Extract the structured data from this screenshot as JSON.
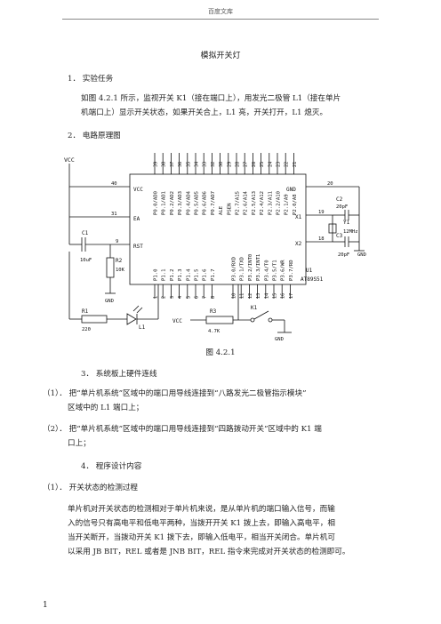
{
  "header": {
    "source": "百度文库"
  },
  "title": "模拟开关灯",
  "sections": {
    "s1": {
      "heading": "1．  实验任务",
      "line1": "如图 4.2.1 所示，监视开关 K1（接在端口上），用发光二极管 L1（接在单片",
      "line2": "机端口上）显示开关状态，如果开关合上，L1 亮，开关打开，L1 熄灭。"
    },
    "s2": {
      "heading": "2．  电路原理图"
    },
    "s3": {
      "heading": "3．  系统板上硬件连线",
      "i1_l1": "（1）．  把“单片机系统”区域中的端口用导线连接到“八路发光二极管指示模块”",
      "i1_l2": "区域中的 L1 端口上；",
      "i2_l1": "（2）．  把“单片机系统”区域中的端口用导线连接到“四路拨动开关”区域中的 K1 端",
      "i2_l2": "口上；"
    },
    "s4": {
      "heading": "4．  程序设计内容",
      "sub1": "（1）．  开关状态的检测过程",
      "p1": "单片机对开关状态的检测相对于单片机来说，是从单片机的端口输入信号，而输",
      "p2": "入的信号只有高电平和低电平两种，当拨开开关 K1 拨上去，即输入高电平，相",
      "p3": "当开关断开，当拨动开关 K1 拨下去，即输入低电平，相当开关闭合。单片机可",
      "p4": "以采用 JB  BIT，REL 或者是 JNB  BIT，REL 指令来完成对开关状态的检测即可。"
    }
  },
  "figure": {
    "caption": "图 4.2.1",
    "chip_name": "AT89S51",
    "chip_ref": "U1",
    "vcc": "VCC",
    "gnd": "GND",
    "pin_left": [
      "P0.0/AD0",
      "P0.1/AD1",
      "P0.2/AD2",
      "P0.3/AD3",
      "P0.4/AD4",
      "P0.5/AD5",
      "P0.6/AD6",
      "P0.7/AD7"
    ],
    "pin_left_nums": [
      "39",
      "38",
      "37",
      "36",
      "35",
      "34",
      "33",
      "32"
    ],
    "pin_mid": [
      "ALE",
      "PSEN"
    ],
    "pin_mid_nums": [
      "30",
      "29"
    ],
    "pin_p2": [
      "P2.7/A15",
      "P2.6/A14",
      "P2.5/A13",
      "P2.4/A12",
      "P2.3/A11",
      "P2.2/A10",
      "P2.1/A9",
      "P2.0/A8"
    ],
    "pin_p2_nums": [
      "28",
      "27",
      "26",
      "25",
      "24",
      "23",
      "22",
      "21"
    ],
    "pin_p1": [
      "P1.0",
      "P1.1",
      "P1.2",
      "P1.3",
      "P1.4",
      "P1.5",
      "P1.6",
      "P1.7"
    ],
    "pin_p1_nums": [
      "1",
      "2",
      "3",
      "4",
      "5",
      "6",
      "7",
      "8"
    ],
    "pin_p3": [
      "P3.0/RXD",
      "P3.1/TXD",
      "P3.2/INT0",
      "P3.3/INT1",
      "P3.4/T0",
      "P3.5/T1",
      "P3.6/WR",
      "P3.7/RD"
    ],
    "pin_p3_nums": [
      "10",
      "11",
      "12",
      "13",
      "14",
      "15",
      "16",
      "17"
    ],
    "lbl_vcc_pin": "VCC",
    "lbl_ea": "EA",
    "lbl_rst": "RST",
    "lbl_gnd_pin": "GND",
    "lbl_x1": "X1",
    "lbl_x2": "X2",
    "n40": "40",
    "n31": "31",
    "n9": "9",
    "n20": "20",
    "n19": "19",
    "n18": "18",
    "c1": "C1",
    "c1v": "10uF",
    "r2": "R2",
    "r2v": "10K",
    "r1": "R1",
    "r1v": "220",
    "l1": "L1",
    "r3": "R3",
    "r3v": "4.7K",
    "k1": "K1",
    "c2": "C2",
    "c2v": "20pF",
    "c3": "C3",
    "c3v": "20pF",
    "y1": "Y1",
    "y1v": "12MHz"
  },
  "page_number": "1"
}
